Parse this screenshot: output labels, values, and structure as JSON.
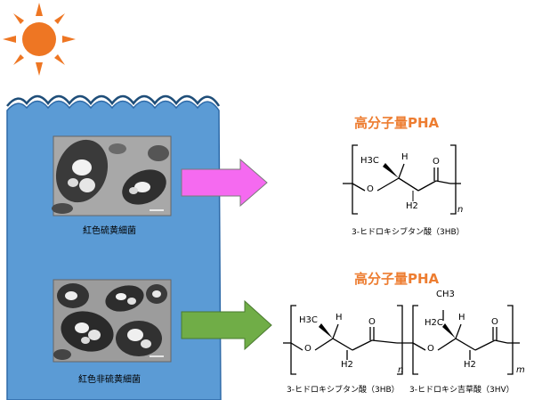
{
  "colors": {
    "water": "#5b9bd5",
    "water_edge": "#2e6aa8",
    "sun": "#ee7623",
    "arrow_top": "#f56af0",
    "arrow_bottom": "#70ad47",
    "title": "#ed7d31",
    "micrograph_bg": "#9a9a9a"
  },
  "icons": [
    "sun-icon",
    "wave-line",
    "micrograph-image",
    "right-arrow-icon",
    "molecule-structure"
  ],
  "top_block": {
    "bacteria_label": "紅色硫黄細菌",
    "polymer_title": "高分子量PHA",
    "chem": {
      "h3c": "H3C",
      "h": "H",
      "o_left": "O",
      "o_carbonyl": "O",
      "h2": "H2",
      "repeat_n": "n"
    },
    "monomer_label": "3-ヒドロキシブタン酸（3HB）"
  },
  "bottom_block": {
    "bacteria_label": "紅色非硫黄細菌",
    "polymer_title": "高分子量PHA",
    "chem1": {
      "h3c": "H3C",
      "h": "H",
      "o_left": "O",
      "o_carbonyl": "O",
      "h2": "H2",
      "repeat_n": "n"
    },
    "chem2": {
      "ch3": "CH3",
      "h2c": "H2C",
      "h": "H",
      "o_left": "O",
      "o_carbonyl": "O",
      "h2": "H2",
      "repeat_m": "m"
    },
    "monomer_label_1": "3-ヒドロキシブタン酸（3HB）",
    "monomer_label_2": "3-ヒドロキシ吉草酸（3HV）"
  }
}
